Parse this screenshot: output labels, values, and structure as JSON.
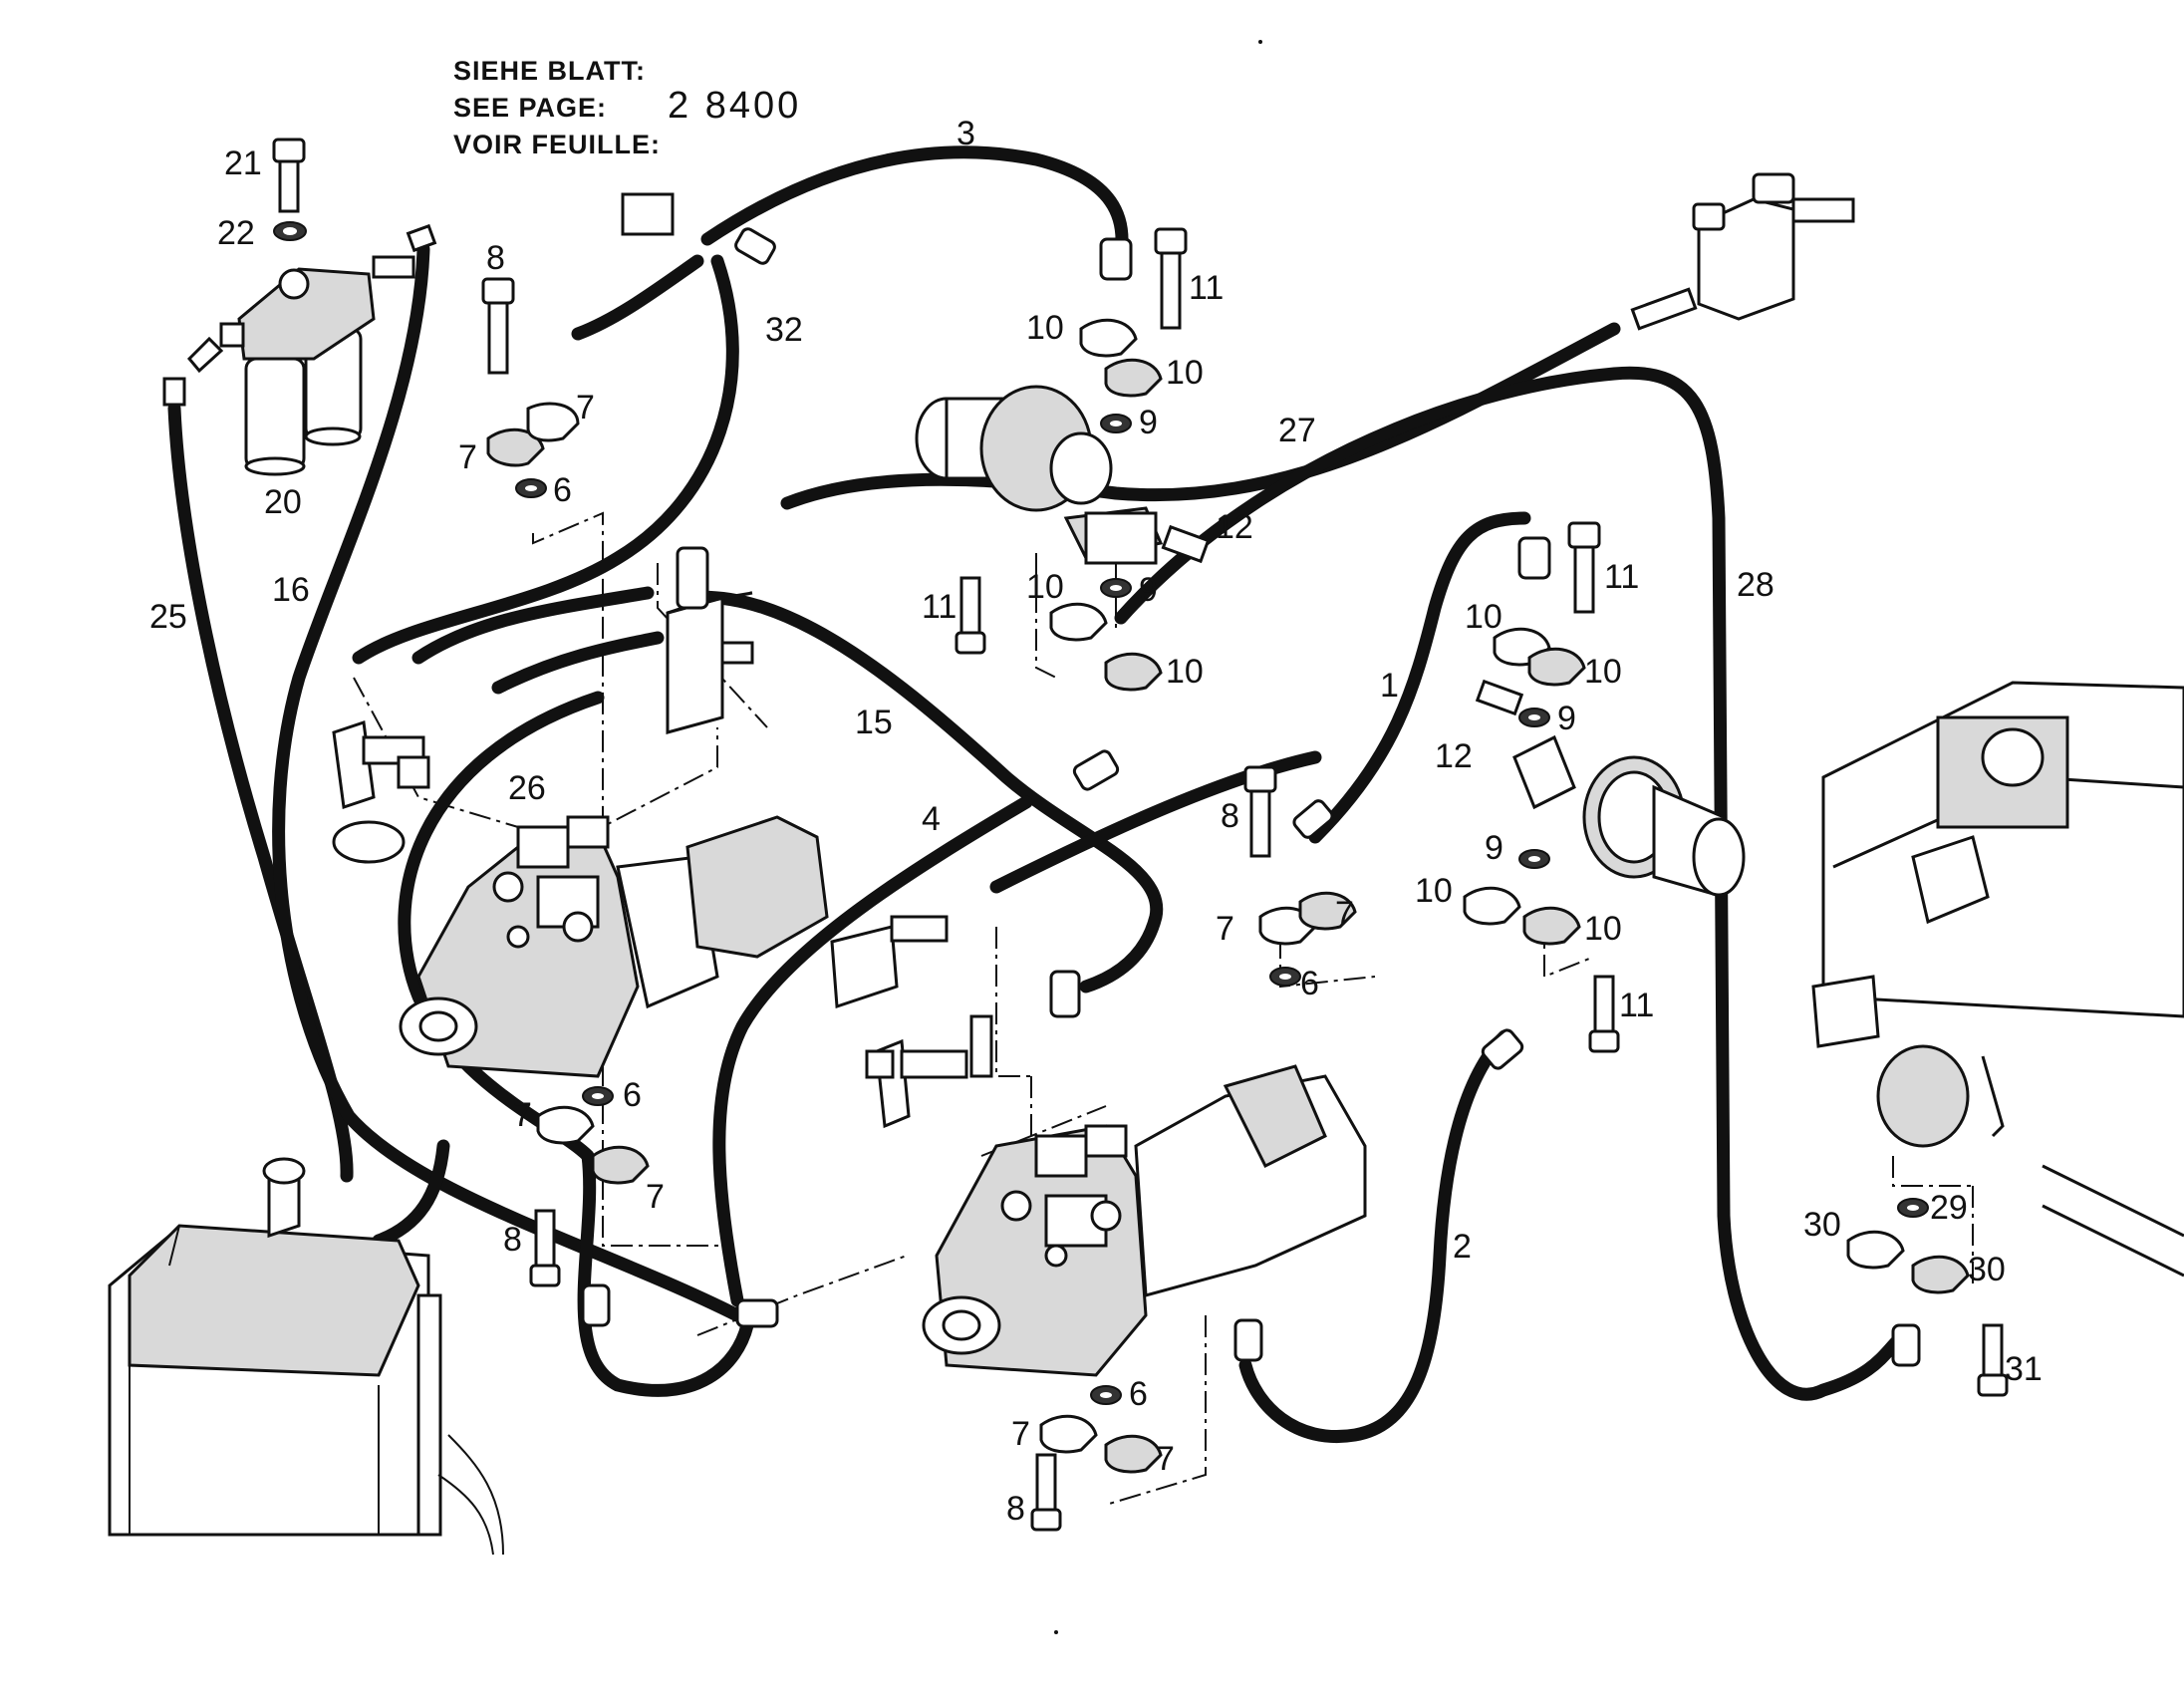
{
  "reference_note": {
    "line_de": "SIEHE BLATT:",
    "line_en": "SEE PAGE:",
    "line_fr": "VOIR FEUILLE:",
    "page_number": "2 8400"
  },
  "callouts": {
    "c1": "1",
    "c2": "2",
    "c3": "3",
    "c4": "4",
    "c6a": "6",
    "c6b": "6",
    "c6c": "6",
    "c6d": "6",
    "c7a": "7",
    "c7b": "7",
    "c7c": "7",
    "c7d": "7",
    "c7e": "7",
    "c7f": "7",
    "c7g": "7",
    "c8a": "8",
    "c8b": "8",
    "c8c": "8",
    "c8d": "8",
    "c9a": "9",
    "c9b": "9",
    "c9c": "9",
    "c9d": "9",
    "c10a": "10",
    "c10b": "10",
    "c10c": "10",
    "c10d": "10",
    "c10e": "10",
    "c10f": "10",
    "c10g": "10",
    "c10h": "10",
    "c11a": "11",
    "c11b": "11",
    "c11c": "11",
    "c11d": "11",
    "c12a": "12",
    "c12b": "12",
    "c15": "15",
    "c16": "16",
    "c20": "20",
    "c21": "21",
    "c22": "22",
    "c25": "25",
    "c26": "26",
    "c27": "27",
    "c28": "28",
    "c29": "29",
    "c30a": "30",
    "c30b": "30",
    "c31": "31",
    "c32": "32"
  },
  "icons": [
    "bolt-icon",
    "washer-icon",
    "flange-clamp-icon",
    "hydraulic-pump-icon",
    "hydraulic-motor-icon",
    "filter-icon",
    "valve-block-icon",
    "oil-cooler-icon",
    "engine-block-icon"
  ]
}
